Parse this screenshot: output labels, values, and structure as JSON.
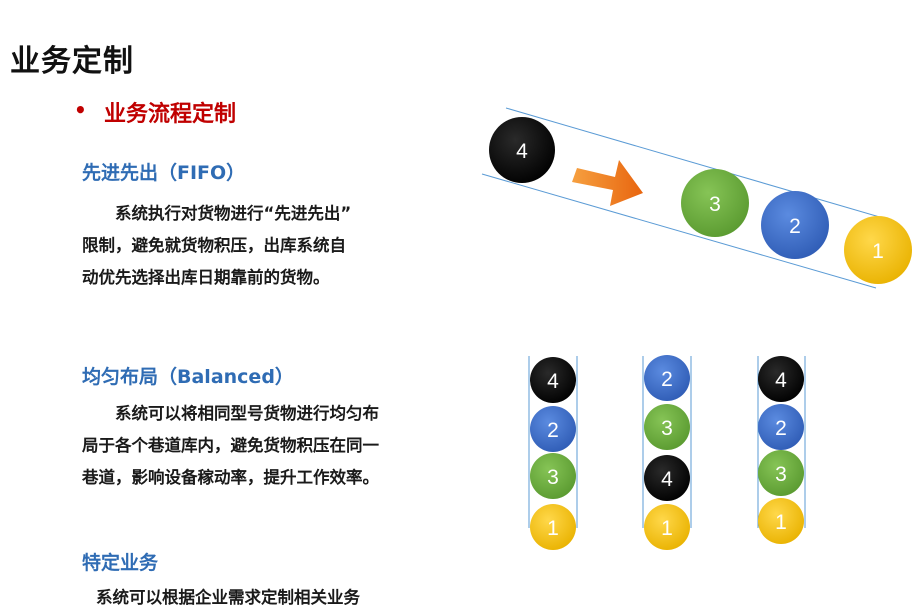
{
  "page": {
    "title": "业务定制",
    "bullet": "业务流程定制"
  },
  "sections": [
    {
      "heading": "先进先出（FIFO）",
      "lines": [
        "系统执行对货物进行“先进先出”",
        "限制，避免就货物积压，出库系统自",
        "动优先选择出库日期靠前的货物。"
      ]
    },
    {
      "heading": "均匀布局（Balanced）",
      "lines": [
        "系统可以将相同型号货物进行均匀布",
        "局于各个巷道库内，避免货物积压在同一",
        "巷道，影响设备稼动率，提升工作效率。"
      ]
    },
    {
      "heading": "特定业务",
      "lines": [
        "系统可以根据企业需求定制相关业务"
      ]
    }
  ],
  "fifo_diagram": {
    "balls": [
      "4",
      "3",
      "2",
      "1"
    ]
  },
  "balanced_diagram": {
    "columns": [
      [
        "4",
        "2",
        "3",
        "1"
      ],
      [
        "2",
        "3",
        "4",
        "1"
      ],
      [
        "4",
        "2",
        "3",
        "1"
      ]
    ]
  },
  "colors": {
    "title": "#111111",
    "bullet": "#c00000",
    "heading": "#2f6cb4",
    "ball_1": "#f5c200",
    "ball_2": "#3d6ec9",
    "ball_3": "#6cae3e",
    "ball_4": "#0a0a0a",
    "arrow": "#f07f1a",
    "lane": "#5b9bd5"
  }
}
